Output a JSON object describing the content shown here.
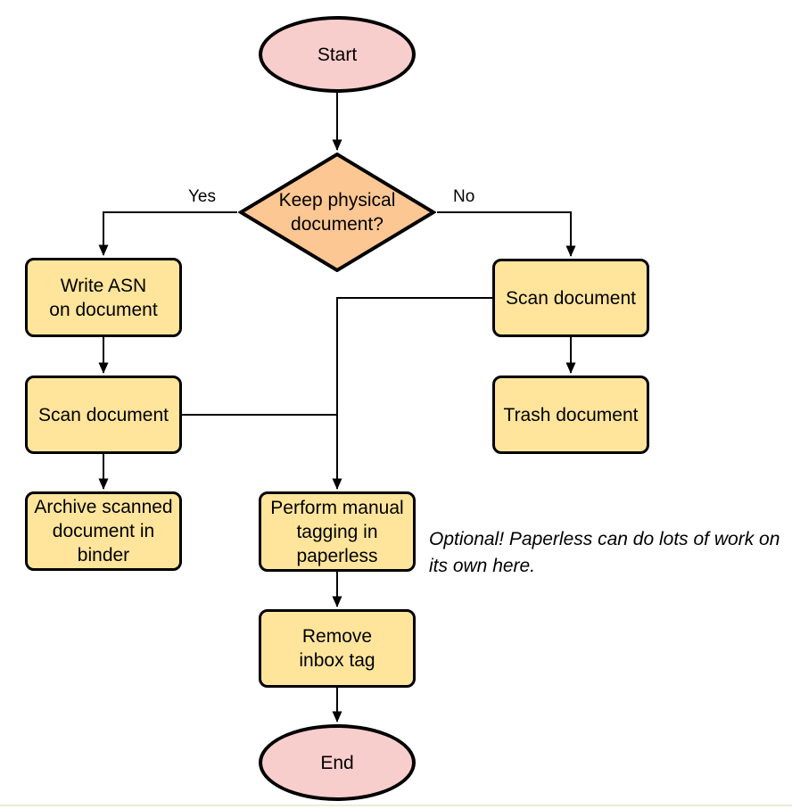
{
  "page": {
    "background": "#ffffff",
    "bottom_divider_color": "#eee9db"
  },
  "colors": {
    "terminal_fill": "#f8cecc",
    "decision_fill": "#fcc793",
    "process_fill": "#ffe59b",
    "node_stroke": "#000000",
    "edge_color": "#000000",
    "text_color": "#000000"
  },
  "nodes": {
    "start": {
      "label": "Start",
      "type": "terminal"
    },
    "keep_physical": {
      "label": "Keep physical\ndocument?",
      "type": "decision"
    },
    "write_asn": {
      "label": "Write ASN\non document",
      "type": "process"
    },
    "scan_left": {
      "label": "Scan document",
      "type": "process"
    },
    "archive": {
      "label": "Archive scanned\ndocument in\nbinder",
      "type": "process"
    },
    "scan_right": {
      "label": "Scan document",
      "type": "process"
    },
    "trash": {
      "label": "Trash document",
      "type": "process"
    },
    "tagging": {
      "label": "Perform manual\ntagging in\npaperless",
      "type": "process"
    },
    "remove_inbox": {
      "label": "Remove\ninbox tag",
      "type": "process"
    },
    "end": {
      "label": "End",
      "type": "terminal"
    }
  },
  "edge_labels": {
    "yes": "Yes",
    "no": "No"
  },
  "annotation": {
    "text": "Optional! Paperless can do lots of work on\nits own here."
  }
}
